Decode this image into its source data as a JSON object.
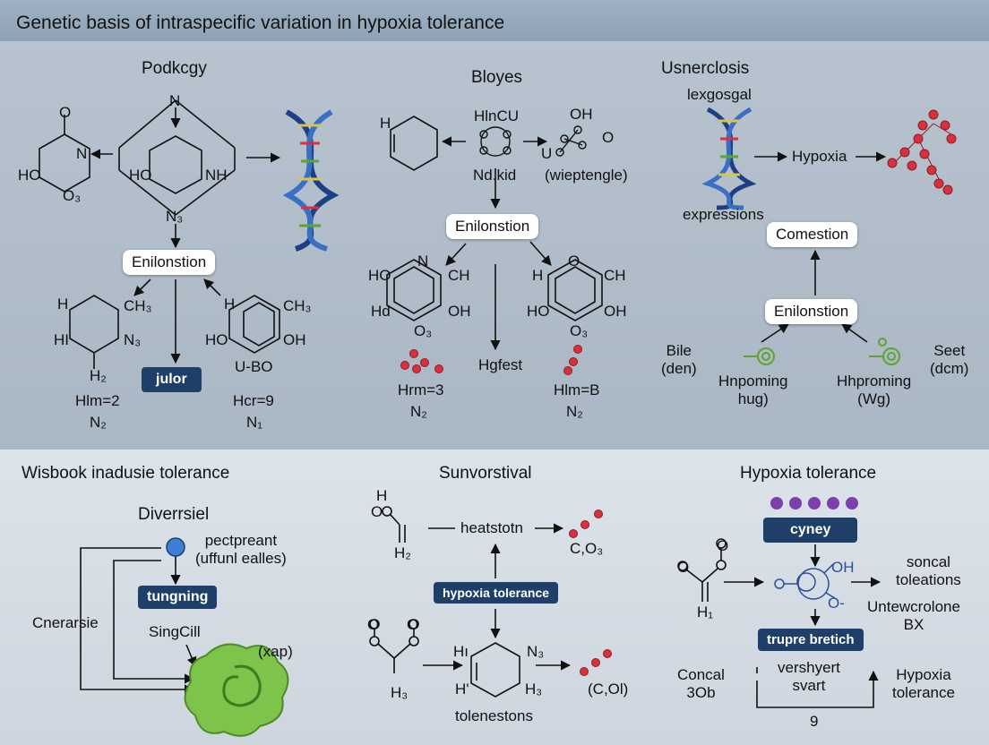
{
  "title": "Genetic basis of intraspecific variation in hypoxia tolerance",
  "top": {
    "left": {
      "heading": "Podkcgy",
      "n_top": "N",
      "n3": "N₃",
      "o_label": "O",
      "ho1": "HO",
      "n_ring": "N",
      "o3": "O₃",
      "ho2": "HO",
      "nh": "NH",
      "pill": "Enilonstion",
      "h_a": "H",
      "ch3_a": "CH₃",
      "hi_a": "HI",
      "n3_a": "N₃",
      "h2": "H₂",
      "h_b": "H",
      "ch3_b": "CH₃",
      "ho_b": "HO",
      "oh_b": "OH",
      "ubo": "U-BO",
      "button": "julor",
      "hlm": "Hlm=2",
      "n2": "N₂",
      "hcr": "Hcr=9",
      "n1": "N₁"
    },
    "mid": {
      "heading": "Bloyes",
      "h": "H",
      "hlncu": "HlnCU",
      "oh": "OH",
      "o": "O",
      "u": "U",
      "ndkid": "Nd.kid",
      "wiep": "(wieptengle)",
      "pill": "Enilonstion",
      "n": "N",
      "ho_a": "HO",
      "ch_a": "CH",
      "hd": "Hd",
      "oh_a": "OH",
      "o3_a": "O₃",
      "o_b": "O",
      "h_b": "H",
      "ch_b": "CH",
      "ho_b": "HO",
      "oh_b": "OH",
      "o3_b": "O₃",
      "hgfest": "Hgfest",
      "hrm3": "Hrm=3",
      "n2_a": "N₂",
      "hlmb": "Hlm=B",
      "n2_b": "N₂"
    },
    "right": {
      "heading": "Usnerclosis",
      "lexg": "lexgosgal",
      "expr": "expressions",
      "hypoxia": "Hypoxia",
      "pill_top": "Comestion",
      "pill_mid": "Enilonstion",
      "bile": "Bile\n(den)",
      "seet": "Seet\n(dcm)",
      "hp1": "Hnpoming\nhug)",
      "hp2": "Hhproming\n(Wg)"
    }
  },
  "bottom": {
    "left": {
      "heading": "Wisbook inadusie tolerance",
      "sub": "Diverrsiel",
      "pect": "pectpreant\n(uffunl ealles)",
      "button": "tungning",
      "cner": "Cnerarsie",
      "singcill": "SingCill",
      "xap": "(xap)"
    },
    "mid": {
      "heading": "Sunvorstival",
      "h": "H",
      "o": "O",
      "h2": "H₂",
      "heat": "heatstotn",
      "co3": "C,O₃",
      "button": "hypoxia tolerance",
      "o_a": "O",
      "o_b": "O",
      "h3_a": "H₃",
      "hi": "Hı",
      "n3": "N₃",
      "h_dot": "H'",
      "h3_b": "H₃",
      "col": "(C,Ol)",
      "tolen": "tolenestons"
    },
    "right": {
      "heading": "Hypoxia tolerance",
      "button1": "cyney",
      "o_top": "O",
      "o_l": "O",
      "h1": "H₁",
      "oh": "OH",
      "o_minus": "O-",
      "soncal": "soncal\ntoleations",
      "untew": "Untewcrolone\nBX",
      "button2": "trupre bretich",
      "concal": "Concal\n3Ob",
      "versh": "vershyert\nsvart",
      "hyp": "Hypoxia\ntolerance",
      "nine": "9"
    }
  }
}
